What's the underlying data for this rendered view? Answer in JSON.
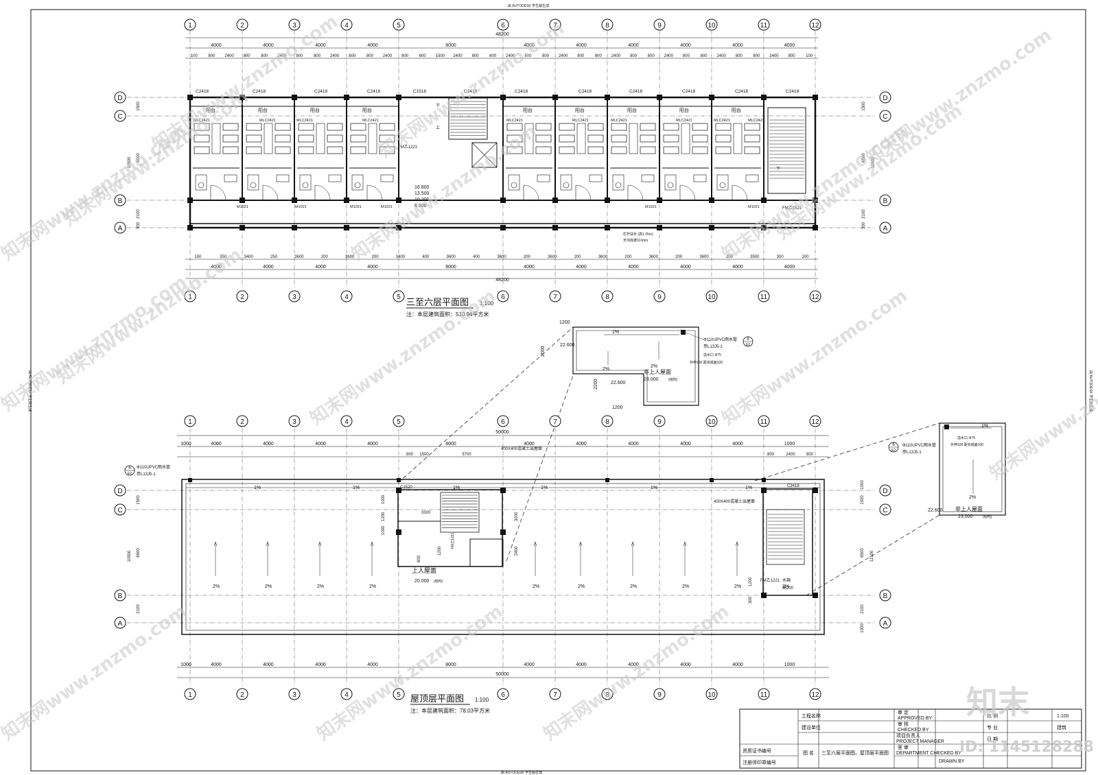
{
  "top_mark": "由 AUTODESK 学生版生成",
  "side_mark_left": "由 AUTODESK 学生版生成",
  "side_mark_right": "由 AUTODESK 学生版生成",
  "bottom_mark": "由 AUTODESK 学生版生成",
  "plan_upper": {
    "title": "三至六层平面图",
    "scale": "1:100",
    "note": "注：本层建筑面积：510.94平方米",
    "grid_numbers": [
      "1",
      "2",
      "3",
      "4",
      "5",
      "6",
      "7",
      "8",
      "9",
      "10",
      "11",
      "12"
    ],
    "grid_letters": [
      "D",
      "C",
      "B",
      "A"
    ],
    "overall_dim": "48200",
    "bay_dims_top": [
      "4000",
      "4000",
      "4000",
      "4000",
      "8000",
      "4000",
      "4000",
      "4000",
      "4000",
      "4000",
      "4000"
    ],
    "bay_dims_bottom": [
      "4000",
      "4000",
      "4000",
      "4000",
      "8000",
      "4000",
      "4000",
      "4000",
      "4000",
      "4000",
      "4000"
    ],
    "detail_dims_top": [
      "100",
      "800",
      "2400",
      "800",
      "800",
      "2400",
      "800",
      "800",
      "2400",
      "800",
      "800",
      "2400",
      "800",
      "800",
      "1500",
      "2400",
      "800",
      "800",
      "2400",
      "800",
      "800",
      "2400",
      "800",
      "800",
      "2400",
      "800",
      "800",
      "2400",
      "800",
      "800",
      "2400",
      "800",
      "800",
      "2400",
      "800",
      "100"
    ],
    "detail_dims_bottom": [
      "100",
      "350",
      "3400",
      "250",
      "3600",
      "200",
      "3600",
      "200",
      "3400",
      "400",
      "3600",
      "400",
      "3600",
      "200",
      "3600",
      "200",
      "3600",
      "200",
      "3600",
      "200",
      "3600",
      "200",
      "3500",
      "300",
      "100"
    ],
    "side_dims": [
      "1500",
      "6500",
      "2100",
      "300"
    ],
    "side_total": "10500",
    "window_tags": [
      "C2418",
      "C2418",
      "C2418",
      "C2418",
      "C1518",
      "C2418",
      "C2418",
      "C2418",
      "C2418",
      "C2418",
      "C2418",
      "C2418"
    ],
    "balcony_label": "阳台",
    "mlc_tags": [
      "MLC2421",
      "MLC2421",
      "MLC2421",
      "MLC2421",
      "MLC2421",
      "MLC2421",
      "MLC2421",
      "MLC2421",
      "MLC2421",
      "MLC2421"
    ],
    "door_tags": [
      "M1021",
      "M1021",
      "M1021",
      "M1021",
      "FM乙1221",
      "FM乙1521"
    ],
    "stair_note": "上",
    "stair_note_down": "下",
    "elevations": [
      "16.800",
      "13.500",
      "10.200",
      "6.900"
    ],
    "railing_note": "栏杆扶手 (高1.05m)",
    "gutter_note": "天沟找坡110mm",
    "fm_tag": "FM乙1221",
    "fm_tag2": "FM乙1521"
  },
  "plan_lower": {
    "title": "屋顶层平面图",
    "scale": "1:100",
    "note": "注：本层建筑面积：78.03平方米",
    "grid_numbers": [
      "1",
      "2",
      "3",
      "4",
      "5",
      "6",
      "7",
      "8",
      "9",
      "10",
      "11",
      "12"
    ],
    "grid_letters": [
      "D",
      "C",
      "B",
      "A"
    ],
    "overall_dim": "50000",
    "bay_dims_top": [
      "1000",
      "4000",
      "4000",
      "4000",
      "4000",
      "8000",
      "4000",
      "4000",
      "4000",
      "4000",
      "4000",
      "1000"
    ],
    "bay_dims_bottom": [
      "1000",
      "4000",
      "4000",
      "4000",
      "4000",
      "8000",
      "4000",
      "4000",
      "4000",
      "4000",
      "4000",
      "1000"
    ],
    "detail_top": [
      "800",
      "1500",
      "5700",
      "800",
      "2400",
      "800"
    ],
    "side_dims_left": [
      "1500",
      "6500",
      "2100"
    ],
    "side_total_left": "10500",
    "side_dims_right": [
      "1000",
      "1500",
      "6500",
      "2100",
      "1000"
    ],
    "side_total_right": "12100",
    "slope_labels": [
      "1%",
      "1%",
      "1%",
      "1%",
      "1%",
      "1%"
    ],
    "slope_2": [
      "2%",
      "2%",
      "2%",
      "2%",
      "2%",
      "2%",
      "2%",
      "2%",
      "2%",
      "2%"
    ],
    "window_tags": [
      "C1520",
      "C2418"
    ],
    "pipe_note": "Φ110UPVC雨水管",
    "pipe_ref": "参L13J5-1",
    "detail_ref": "6",
    "detail_sheet": "E2",
    "hole_note": "400X400混凝土出屋面",
    "hole_note2": "400X400混凝土出屋面",
    "stair_dims": [
      "1000",
      "1200",
      "1000",
      "3300",
      "3200",
      "2400",
      "1200",
      "600"
    ],
    "roof_label": "上人屋面",
    "roof_elev": "20.000",
    "roof_elev_note": "(结构)",
    "door_tag": "FM乙1221",
    "water_tank": "水箱",
    "water_height": "高200",
    "dim_1200": "1200",
    "dim_300": "300"
  },
  "detail_a": {
    "dims": [
      "1200",
      "2000",
      "2200",
      "1200"
    ],
    "slope": "1%",
    "slope2": "2%",
    "elev_a": "22.600",
    "elev_b": "22.600",
    "label": "非上人屋面",
    "elev_roof": "23.000",
    "elev_note": "(结构)",
    "pipe_note": "Φ110UPVC雨水管",
    "pipe_ref": "参L13J5-1",
    "overflow": "溢水口 Φ75",
    "overflow2": "外伸100 距完成面100",
    "ref": "6",
    "sheet": "E2"
  },
  "detail_b": {
    "slope": "1%",
    "slope2": "2%",
    "elev_a": "22.600",
    "label": "非上人屋面",
    "elev_roof": "23.000",
    "elev_note": "(结构)",
    "pipe_note": "Φ110UPVC雨水管",
    "pipe_ref": "参L13J5-1",
    "overflow": "溢水口 Φ75",
    "overflow2": "外伸100 距完成面100",
    "ref": "6",
    "sheet": "E2"
  },
  "title_block": {
    "project_name": "工程名称",
    "client": "建设单位",
    "drawing_name_label": "图 名",
    "drawing_name": "三至六层平面图、屋顶层平面图",
    "approved": "审 定",
    "approved_en": "APPROVED BY",
    "checked": "审 核",
    "checked_en": "CHECKED BY",
    "proj_lead": "项目负责人",
    "proj_lead_en": "PROJECT MANAGER",
    "dept": "室 审",
    "dept_en": "DEPARTMENT CHECKED BY",
    "ratio_label": "比 例",
    "ratio": "1:100",
    "major_label": "专 业",
    "major": "建筑",
    "date_label": "日 期",
    "drawn_en": "DRAWN BY",
    "cert": "资质证书编号",
    "reg": "注册师印章编号"
  },
  "watermarks": [
    "知末网www.znzmo.com",
    "知末网www.znzmo.com",
    "知末网www.znzmo.com",
    "知末网www.znzmo.com",
    "知末网www.znzmo.com",
    "知末网www.znzmo.com",
    "知末网www.znzmo.com",
    "知末网www.znzmo.com",
    "知末网www.znzmo.com",
    "知末网www.znzmo.com",
    "知末网www.znzmo.com",
    "知末网www.znzmo.com",
    "知末网www.znzmo.com",
    "知末网www.znzmo.com",
    "知末网www.znzmo.com",
    "知末网www.znzmo.com"
  ],
  "logo_text": "知末",
  "id_text": "ID: 1145128288"
}
